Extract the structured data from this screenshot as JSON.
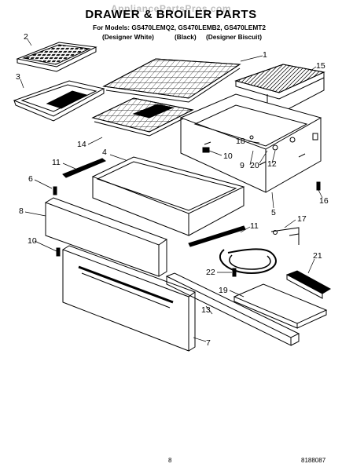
{
  "watermark": "AppliancePartsPros.com",
  "header": {
    "title": "DRAWER & BROILER PARTS",
    "models": "For Models: GS470LEMQ2, GS470LEMB2, GS470LEMT2",
    "variant_1": "(Designer White)",
    "variant_2": "(Black)",
    "variant_3": "(Designer Biscuit)"
  },
  "callouts": [
    "1",
    "2",
    "3",
    "4",
    "5",
    "6",
    "7",
    "8",
    "9",
    "10",
    "10",
    "11",
    "11",
    "12",
    "13",
    "14",
    "15",
    "16",
    "17",
    "18",
    "19",
    "20",
    "21",
    "22"
  ],
  "footer": {
    "page": "8",
    "code": "8188087"
  }
}
